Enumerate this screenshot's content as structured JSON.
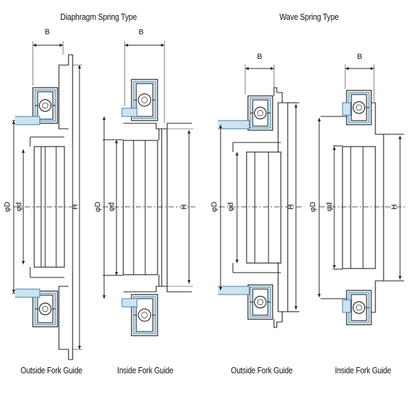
{
  "titles": {
    "diaphragm": "Diaphragm Spring Type",
    "wave": "Wave Spring Type"
  },
  "labels": {
    "width": "B",
    "outer_diameter": "φD",
    "inner_diameter": "φd",
    "height": "H"
  },
  "captions": [
    "Outside Fork Guide",
    "Inside Fork Guide",
    "Outside Fork Guide",
    "Inside Fork Guide"
  ],
  "colors": {
    "line": "#1a1a1a",
    "seal_fill": "#cfe3ef",
    "seal_stroke": "#3a7fa8",
    "dim_line": "#222222"
  }
}
